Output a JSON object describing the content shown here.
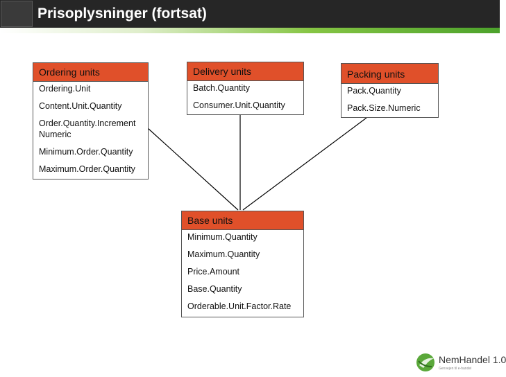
{
  "slide": {
    "title": "Prisoplysninger (fortsat)"
  },
  "colors": {
    "header_bg": "#262626",
    "entity_header": "#e0502a",
    "accent_green": "#4ca22b"
  },
  "entities": {
    "ordering": {
      "header": "Ordering units",
      "attributes": [
        "Ordering.Unit",
        "Content.Unit.Quantity",
        "Order.Quantity.Increment Numeric",
        "Minimum.Order.Quantity",
        "Maximum.Order.Quantity"
      ]
    },
    "delivery": {
      "header": "Delivery units",
      "attributes": [
        "Batch.Quantity",
        "Consumer.Unit.Quantity"
      ]
    },
    "packing": {
      "header": "Packing units",
      "attributes": [
        "Pack.Quantity",
        "Pack.Size.Numeric"
      ]
    },
    "base": {
      "header": "Base units",
      "attributes": [
        "Minimum.Quantity",
        "Maximum.Quantity",
        "Price.Amount",
        "Base.Quantity",
        "Orderable.Unit.Factor.Rate"
      ]
    }
  },
  "logo": {
    "name": "NemHandel 1.0",
    "tagline": "Genvejen til e-handel",
    "icon": "nemhandel-logo-icon"
  }
}
